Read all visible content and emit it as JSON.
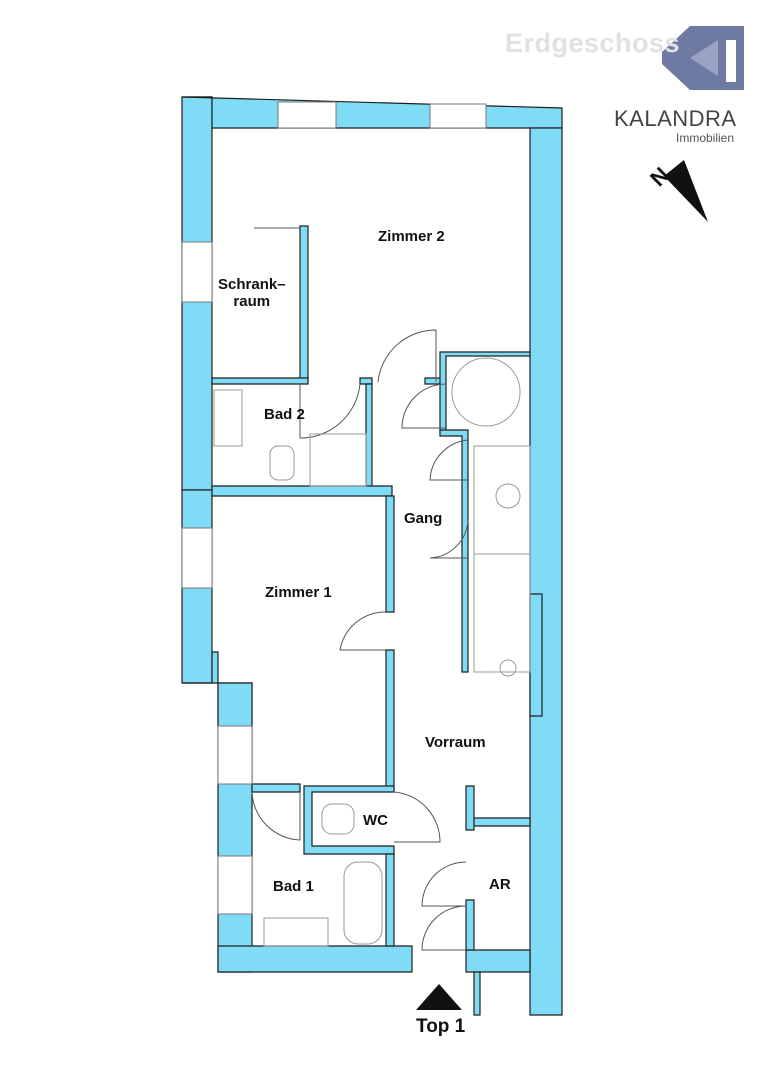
{
  "header": {
    "title": "Erdgeschoss"
  },
  "brand": {
    "name": "KALANDRA",
    "subtitle": "Immobilien",
    "colors": {
      "logo": "#6f7aa2",
      "logo_inner": "#9aa3c4"
    }
  },
  "compass": {
    "label": "N",
    "icon": "north-arrow-icon"
  },
  "colors": {
    "wall": "#80dcf6",
    "wall_edge": "#1f1f1f",
    "fixture": "#9a9a9a"
  },
  "rooms": [
    {
      "id": "zimmer-2",
      "label": "Zimmer 2"
    },
    {
      "id": "schrankraum",
      "label_lines": [
        "Schrank–",
        "raum"
      ]
    },
    {
      "id": "bad-2",
      "label": "Bad 2"
    },
    {
      "id": "gang",
      "label": "Gang"
    },
    {
      "id": "zimmer-1",
      "label": "Zimmer 1"
    },
    {
      "id": "vorraum",
      "label": "Vorraum"
    },
    {
      "id": "wc",
      "label": "WC"
    },
    {
      "id": "bad-1",
      "label": "Bad 1"
    },
    {
      "id": "ar",
      "label": "AR"
    }
  ],
  "entrance": {
    "label": "Top 1",
    "icon": "entrance-arrow-icon"
  }
}
